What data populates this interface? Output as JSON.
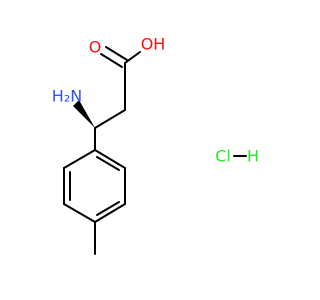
{
  "molecule": {
    "atoms": {
      "oxygen_carbonyl": {
        "text": "O",
        "color": "#ff0d0d"
      },
      "hydroxyl": {
        "text": "OH",
        "color": "#ff0d0d"
      },
      "amine": {
        "text": "H₂N",
        "color": "#3050f8"
      },
      "hydrochloride_cl": {
        "text": "Cl",
        "color": "#1ff01f"
      },
      "hydrochloride_h": {
        "text": "H",
        "color": "#1ff01f"
      }
    }
  }
}
